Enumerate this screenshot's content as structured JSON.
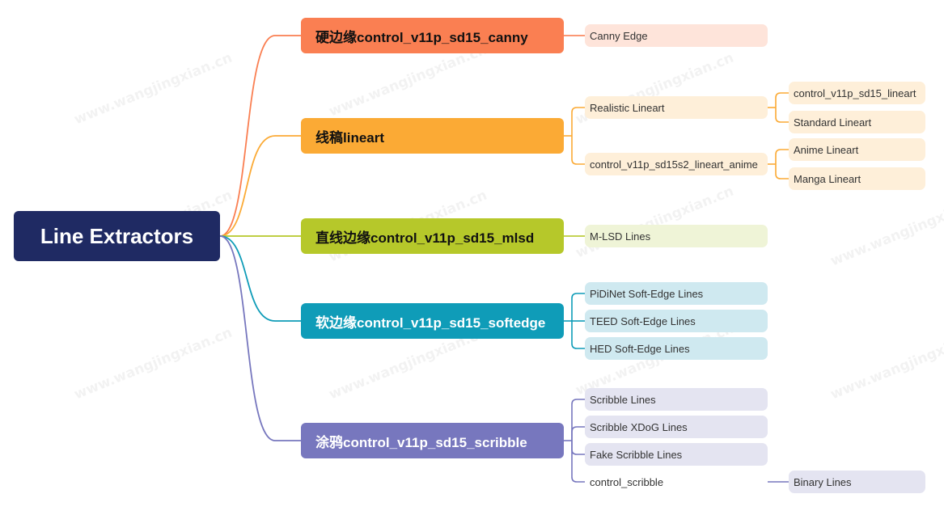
{
  "root": {
    "label": "Line Extractors",
    "color": "#1f2a63"
  },
  "watermark": "www.wangjingxian.cn",
  "branches": [
    {
      "label": "硬边缘control_v11p_sd15_canny",
      "color": "#fa7f52",
      "text_color": "#111111",
      "leaf_bg": "#fee4da",
      "children": [
        {
          "label": "Canny Edge"
        }
      ]
    },
    {
      "label": "线稿lineart",
      "color": "#fbaa35",
      "text_color": "#111111",
      "leaf_bg": "#feefd9",
      "children": [
        {
          "label": "Realistic Lineart",
          "children": [
            {
              "label": "control_v11p_sd15_lineart"
            },
            {
              "label": "Standard Lineart"
            }
          ]
        },
        {
          "label": "control_v11p_sd15s2_lineart_anime",
          "children": [
            {
              "label": "Anime Lineart"
            },
            {
              "label": "Manga Lineart"
            }
          ]
        }
      ]
    },
    {
      "label": "直线边缘control_v11p_sd15_mlsd",
      "color": "#b6c82a",
      "text_color": "#111111",
      "leaf_bg": "#eff4d7",
      "children": [
        {
          "label": "M-LSD Lines"
        }
      ]
    },
    {
      "label": "软边缘control_v11p_sd15_softedge",
      "color": "#0f9cb8",
      "text_color": "#ffffff",
      "leaf_bg": "#cfe9f0",
      "children": [
        {
          "label": "PiDiNet Soft-Edge Lines"
        },
        {
          "label": "TEED Soft-Edge Lines"
        },
        {
          "label": "HED Soft-Edge Lines"
        }
      ]
    },
    {
      "label": "涂鸦control_v11p_sd15_scribble",
      "color": "#7777be",
      "text_color": "#ffffff",
      "leaf_bg": "#e4e4f1",
      "children": [
        {
          "label": "Scribble Lines"
        },
        {
          "label": "Scribble XDoG Lines"
        },
        {
          "label": "Fake Scribble Lines"
        },
        {
          "label": "control_scribble",
          "plain": true,
          "children": [
            {
              "label": "Binary Lines"
            }
          ]
        }
      ]
    }
  ]
}
